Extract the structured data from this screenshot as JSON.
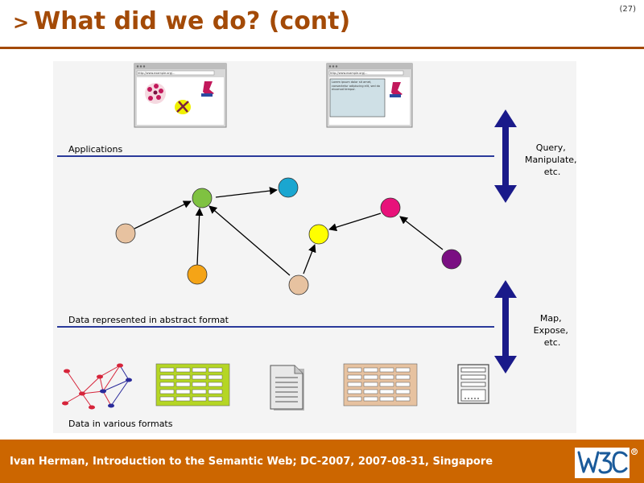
{
  "slide": {
    "title_chevron": ">",
    "title": "What did we do? (cont)",
    "page_number": "(27)"
  },
  "diagram": {
    "layers": {
      "applications": "Applications",
      "abstract": "Data represented in abstract format",
      "various": "Data in various formats"
    },
    "arrows": {
      "top": [
        "Query,",
        "Manipulate,",
        "etc."
      ],
      "bottom": [
        "Map,",
        "Expose,",
        "etc."
      ]
    },
    "node_colors": {
      "green": "#7fc241",
      "cyan": "#1aa6d0",
      "tan": "#e7c2a0",
      "orange": "#f5a416",
      "yellow": "#ffff00",
      "magenta": "#e8127a",
      "purple": "#7a0f82"
    },
    "windows": {
      "left_address": "http://www.example.org/...",
      "right_address": "http://www.example.org/...",
      "right_text": "Lorem ipsum dolor sit amet, consectetur adipiscing elit, sed do eiusmod tempor."
    },
    "formats": [
      "graph",
      "green-table",
      "document",
      "tan-table",
      "server"
    ]
  },
  "footer": {
    "text": "Ivan Herman, Introduction to the Semantic Web; DC-2007, 2007-08-31, Singapore",
    "logo": "W3C"
  },
  "colors": {
    "title": "#a34a07",
    "footer_bg": "#cc6600",
    "divider": "#2a3a9a",
    "arrow": "#1a1a8a"
  }
}
